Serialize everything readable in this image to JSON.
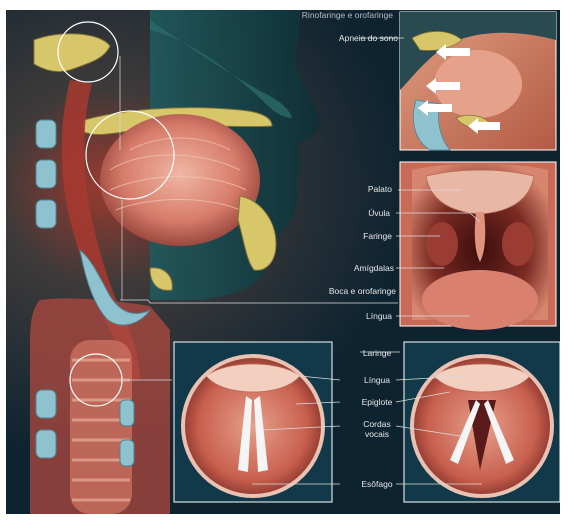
{
  "colors": {
    "background": "#0d2330",
    "tissue_pink": "#d9806e",
    "tissue_red": "#b6423a",
    "bone_yellow": "#d8c66a",
    "cartilage_blue": "#8fc2cf",
    "label_text": "#e8e8e8",
    "leader_line": "#dcdcdc",
    "arrow": "#ffffff"
  },
  "labels": {
    "rinofaringe": "Rinofaringe e orofaringe",
    "apneia": "Apneia do sono",
    "palato": "Palato",
    "uvula": "Úvula",
    "faringe": "Faringe",
    "amigdalas": "Amígdalas",
    "boca": "Boca e orofaringe",
    "lingua_top": "Língua",
    "laringe": "Laringe",
    "lingua_bottom": "Língua",
    "epiglote": "Epiglote",
    "cordas": "Cordas",
    "vocais": "vocais",
    "esofago": "Esôfago"
  },
  "panels": {
    "main": "sagittal-head-neck-section",
    "apnea": "sleep-apnea-airway-inset",
    "mouth": "open-mouth-inset",
    "larynx_closed": "larynx-closed-inset",
    "larynx_open": "larynx-open-inset"
  }
}
